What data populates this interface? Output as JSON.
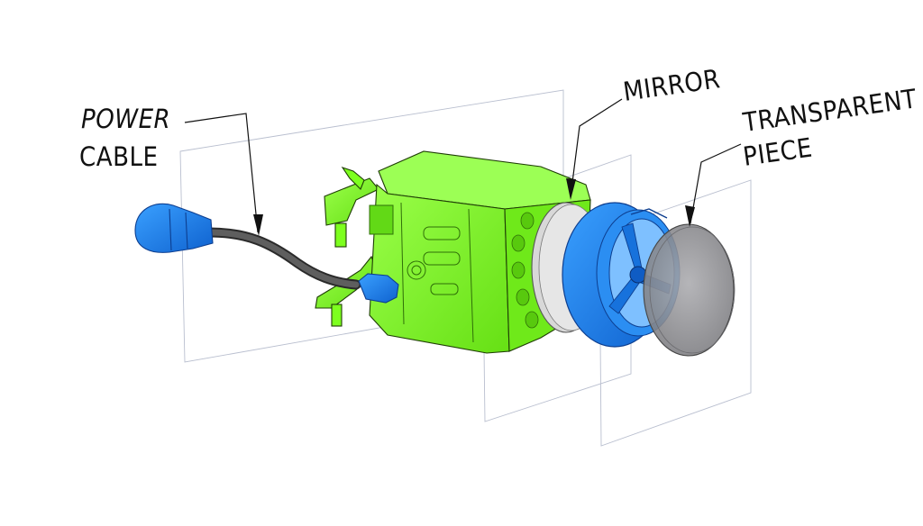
{
  "labels": {
    "power_cable_line1": "POWER",
    "power_cable_line2": "CABLE",
    "mirror": "MIRROR",
    "transparent_line1": "TRANSPARENT",
    "transparent_line2": "PIECE"
  },
  "colors": {
    "housing_green": "#7dff1e",
    "housing_green_dark": "#5fd612",
    "part_blue": "#1e88f0",
    "part_blue_dark": "#0e5fc8",
    "cable_gray": "#4a4a4a",
    "mirror_gray": "#dcdcdc",
    "transparent_gray": "#8f8f93",
    "plane_line": "#b9bfcf"
  }
}
